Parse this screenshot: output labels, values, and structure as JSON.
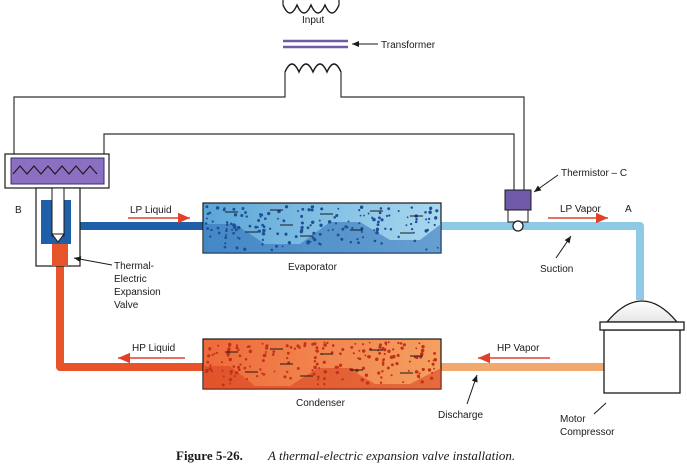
{
  "labels": {
    "input": "Input",
    "transformer": "Transformer",
    "thermistor": "Thermistor – C",
    "point_b": "B",
    "point_a": "A",
    "lp_liquid": "LP Liquid",
    "lp_vapor": "LP Vapor",
    "evaporator": "Evaporator",
    "suction": "Suction",
    "valve_line1": "Thermal-",
    "valve_line2": "Electric",
    "valve_line3": "Expansion",
    "valve_line4": "Valve",
    "hp_liquid": "HP Liquid",
    "hp_vapor": "HP Vapor",
    "condenser": "Condenser",
    "discharge": "Discharge",
    "motor": "Motor",
    "compressor": "Compressor"
  },
  "caption": {
    "number": "Figure 5-26.",
    "text": "A thermal-electric expansion valve installation."
  },
  "colors": {
    "lp_pipe": "#8ec9e6",
    "lp_dark": "#1f5fa8",
    "hp_pipe": "#e8542a",
    "hp_light": "#f4a25a",
    "arrow_red": "#e2402a",
    "heater_purple": "#8a6fc2",
    "thermistor_purple": "#6e5aa8"
  }
}
